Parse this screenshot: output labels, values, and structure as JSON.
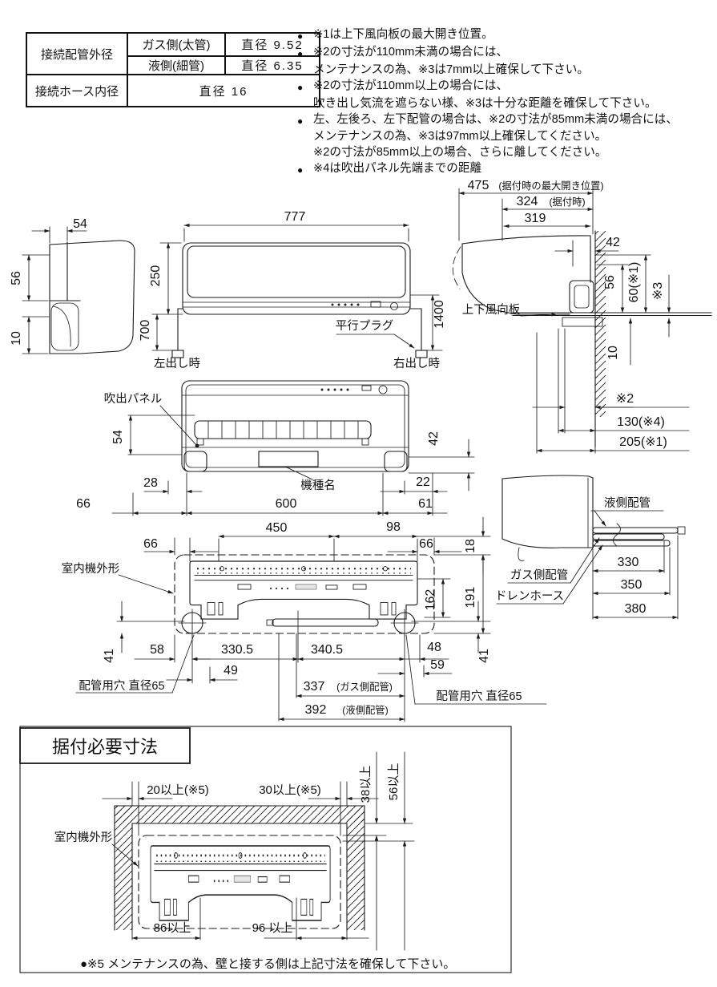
{
  "colors": {
    "ink": "#1a1a1a",
    "paper": "#ffffff"
  },
  "table": {
    "pipe_outer_label": "接続配管外径",
    "gas_label": "ガス側(太管)",
    "gas_value": "直径 9.52",
    "liquid_label": "液側(細管)",
    "liquid_value": "直径 6.35",
    "hose_label": "接続ホース内径",
    "hose_value": "直径 16"
  },
  "notes": {
    "items": [
      {
        "b": "●",
        "t": "※1は上下風向板の最大開き位置。"
      },
      {
        "b": "●",
        "t": "※2の寸法が110mm未満の場合には、"
      },
      {
        "b": "",
        "t": "メンテナンスの為、※3は7mm以上確保して下さい。"
      },
      {
        "b": "●",
        "t": "※2の寸法が110mm以上の場合には、"
      },
      {
        "b": "",
        "t": "吹き出し気流を遮らない様、※3は十分な距離を確保して下さい。"
      },
      {
        "b": "●",
        "t": "左、左後ろ、左下配管の場合は、※2の寸法が85mm未満の場合には、"
      },
      {
        "b": "",
        "t": "メンテナンスの為、※3は97mm以上確保してください。"
      },
      {
        "b": "",
        "t": "※2の寸法が85mm以上の場合、さらに離してください。"
      },
      {
        "b": "●",
        "t": "※4は吹出パネル先端までの距離"
      }
    ]
  },
  "side_left": {
    "d54": "54",
    "d56": "56",
    "d10": "10"
  },
  "front": {
    "d777": "777",
    "d250": "250",
    "d700": "700",
    "d1400": "1400",
    "plug": "平行プラグ",
    "left_out": "左出し時",
    "right_out": "右出し時"
  },
  "wall_side": {
    "d475": "475",
    "d475_note": "(据付時の最大開き位置)",
    "d324": "324",
    "d324_note": "(据付時)",
    "d319": "319",
    "d42": "42",
    "d56": "56",
    "d60": "60(※1)",
    "d3": "※3",
    "d10": "10",
    "d2": "※2",
    "d130": "130(※4)",
    "d205": "205(※1)",
    "louver": "上下風向板"
  },
  "bottom_view": {
    "panel": "吹出パネル",
    "model": "機種名",
    "d54": "54",
    "d42": "42",
    "d28": "28",
    "d66": "66",
    "d600": "600",
    "d22": "22",
    "d61": "61"
  },
  "rear_view": {
    "outline": "室内機外形",
    "d450": "450",
    "d98": "98",
    "d66l": "66",
    "d66r": "66",
    "d18": "18",
    "d162": "162",
    "d191": "191",
    "d41l": "41",
    "d41r": "41",
    "d58": "58",
    "d330_5": "330.5",
    "d49": "49",
    "d340_5": "340.5",
    "d48": "48",
    "d59": "59",
    "hole_l": "配管用穴 直径65",
    "hole_r": "配管用穴 直径65",
    "d337": "337",
    "d337_note": "(ガス側配管)",
    "d392": "392",
    "d392_note": "(液側配管)"
  },
  "pipe_side": {
    "liquid": "液側配管",
    "gas": "ガス側配管",
    "drain": "ドレンホース",
    "d330": "330",
    "d350": "350",
    "d380": "380"
  },
  "install": {
    "title": "据付必要寸法",
    "d20": "20以上(※5)",
    "d30": "30以上(※5)",
    "d38": "38以上",
    "d56": "56以上",
    "d86": "86以上",
    "d96": "96 以上",
    "outline": "室内機外形",
    "note": "●※5 メンテナンスの為、壁と接する側は上記寸法を確保して下さい。"
  }
}
